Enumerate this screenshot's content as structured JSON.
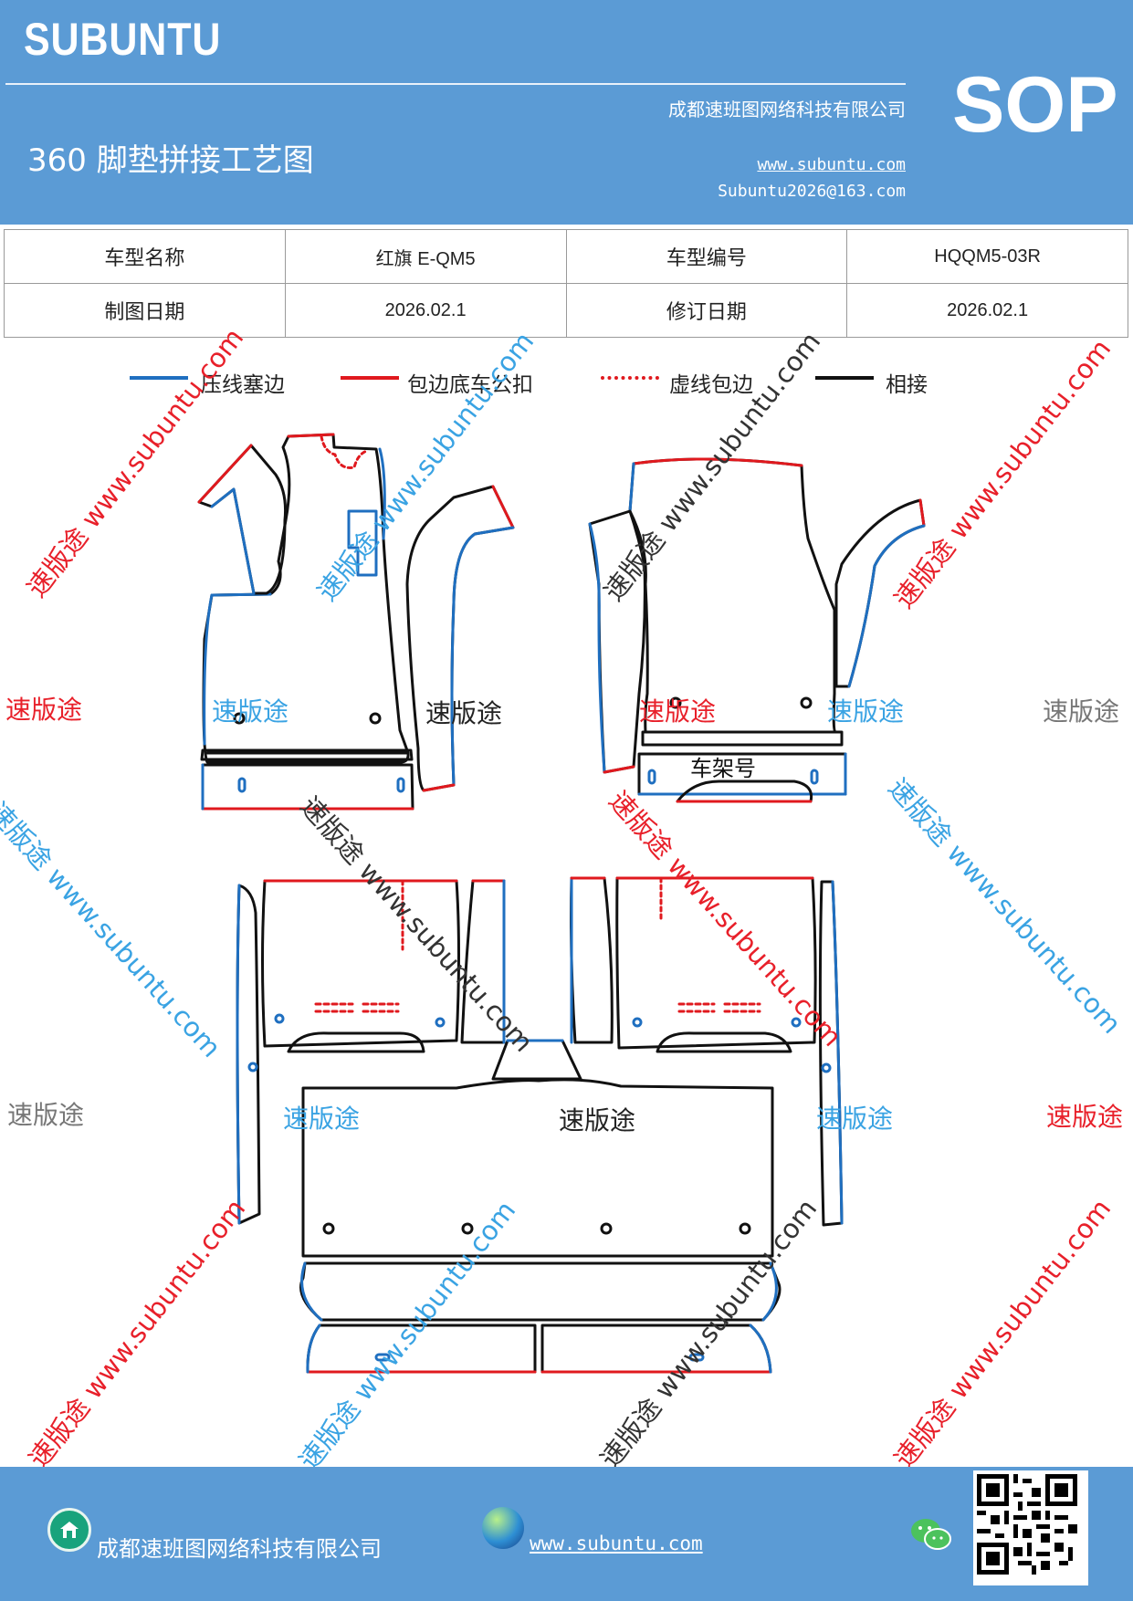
{
  "header": {
    "brand": "SUBUNTU",
    "company": "成都速班图网络科技有限公司",
    "title": "360 脚垫拼接工艺图",
    "website": "www.subuntu.com",
    "email": "Subuntu2026@163.com",
    "badge": "SOP"
  },
  "info": {
    "row1": {
      "label1": "车型名称",
      "value1": "红旗 E-QM5",
      "label2": "车型编号",
      "value2": "HQQM5-03R"
    },
    "row2": {
      "label1": "制图日期",
      "value1": "2026.02.1",
      "label2": "修订日期",
      "value2": "2026.02.1"
    }
  },
  "legend": [
    {
      "label": "压线塞边",
      "color": "#1f6fc0",
      "style": "solid"
    },
    {
      "label": "包边底车公扣",
      "color": "#e0191e",
      "style": "solid"
    },
    {
      "label": "虚线包边",
      "color": "#e0191e",
      "style": "dotted"
    },
    {
      "label": "相接",
      "color": "#111111",
      "style": "solid"
    }
  ],
  "drawing": {
    "frame_label": "车架号"
  },
  "watermark": {
    "brand": "速版途",
    "diagonal": "速版途 www.subuntu.com",
    "diagonal_down": "速版途 www.subuntu.com",
    "colors": {
      "red": "#e8202a",
      "blue": "#3aa3e3",
      "black": "#222222",
      "gray": "#777777"
    }
  },
  "footer": {
    "company": "成都速班图网络科技有限公司",
    "website": "www.subuntu.com",
    "icons": [
      "home-icon",
      "globe-icon",
      "wechat-icon",
      "qr-code"
    ]
  }
}
